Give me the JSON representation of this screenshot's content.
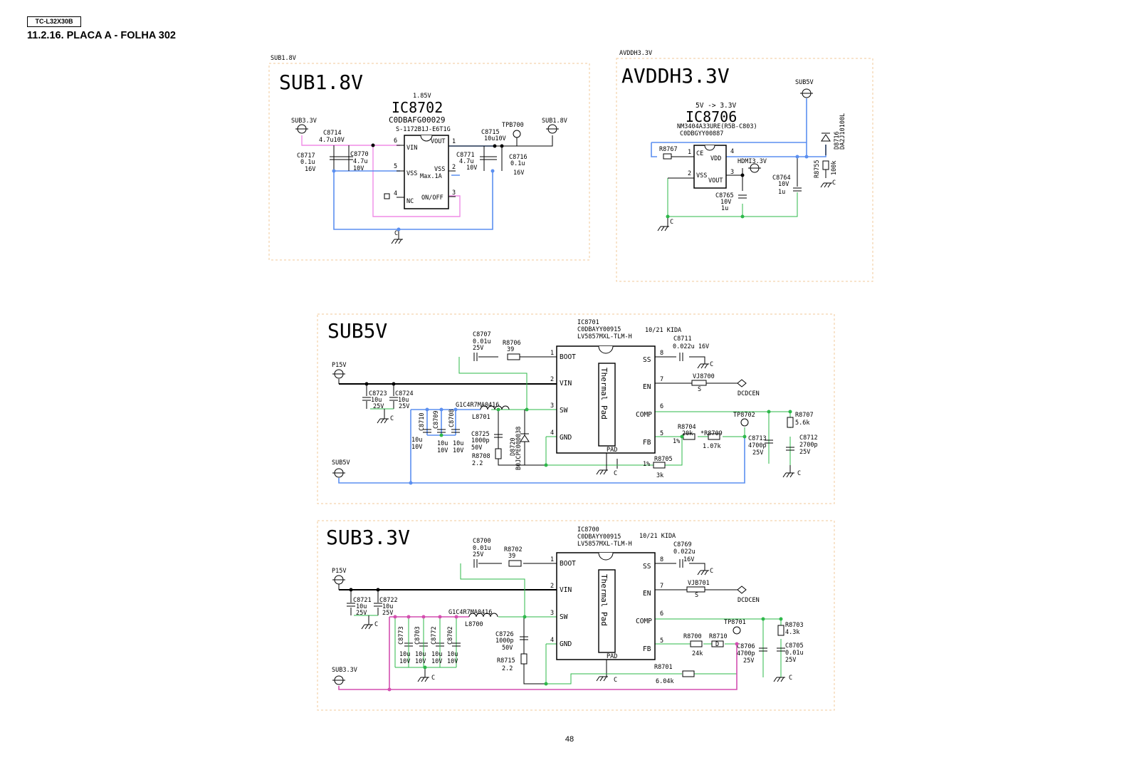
{
  "header": {
    "model": "TC-L32X30B",
    "title": "11.2.16. PLACA A - FOLHA 302"
  },
  "page_number": "48",
  "colors": {
    "ground_net": "#2eb84a",
    "sub5v_net": "#5b8ff0",
    "sub3v3_net": "#f08ce6",
    "sub3v3_out": "#d44fb0",
    "frame": "#f2c89a"
  },
  "sub18": {
    "tag": "SUB1.8V",
    "title": "SUB1.8V",
    "out_v": "1.85V",
    "ic": "IC8702",
    "part": "C0DBAFG00029",
    "sub": "S-1172B1J-E6T1G",
    "in_port": "SUB3.3V",
    "out_port": "SUB1.8V",
    "tp": "TPB700",
    "gnd": "C",
    "pins": {
      "vin": "VIN",
      "vss": "VSS",
      "nc": "NC",
      "vout": "VOUT",
      "vss2": "VSS",
      "onoff": "ON/OFF",
      "max": "Max.1A",
      "n6": "6",
      "n5": "5",
      "n4": "4",
      "n1": "1",
      "n2": "2",
      "n3": "3"
    },
    "c8714": [
      "C8714",
      "4.7u10V"
    ],
    "c8717": [
      "C8717",
      "0.1u",
      "16V"
    ],
    "c8770": [
      "C8770",
      "4.7u",
      "10V"
    ],
    "c8715": [
      "C8715",
      "10u10V"
    ],
    "c8771": [
      "C8771",
      "4.7u",
      "10V"
    ],
    "c8716": [
      "C8716",
      "0.1u",
      "16V"
    ]
  },
  "avdd": {
    "tag": "AVDDH3.3V",
    "title": "AVDDH3.3V",
    "note": "5V -> 3.3V",
    "ic": "IC8706",
    "part": "NM3404A33URE(R5B-C803)",
    "sub": "C0DBGYY00887",
    "in_port": "SUB5V",
    "out_port": "HDMI3.3V",
    "gnd": "C",
    "pins": {
      "ce": "CE",
      "vss": "VSS",
      "vdd": "VDD",
      "vout": "VOUT",
      "n1": "1",
      "n2": "2",
      "n3": "3",
      "n4": "4"
    },
    "r8767": "R8767",
    "c8765": [
      "C8765",
      "10V",
      "1u"
    ],
    "c8764": [
      "C8764",
      "10V",
      "1u"
    ],
    "d8716": [
      "D8716",
      "DA2J10100L"
    ],
    "r8755": [
      "R8755",
      "100k"
    ]
  },
  "sub5": {
    "title": "SUB5V",
    "ic": "IC8701",
    "part": "C0DBAYY00915",
    "sub": "LV5857MXL-TLM-H",
    "kida": "10/21 KIDA",
    "in_port": "P15V",
    "out_port": "SUB5V",
    "en_port": "DCDCEN",
    "gnd": "C",
    "pad_label": "Thermal Pad",
    "pad_pin": "PAD",
    "pins": {
      "boot": "BOOT",
      "vin": "VIN",
      "sw": "SW",
      "gnd": "GND",
      "ss": "SS",
      "en": "EN",
      "comp": "COMP",
      "fb": "FB",
      "n1": "1",
      "n2": "2",
      "n3": "3",
      "n4": "4",
      "n8": "8",
      "n7": "7",
      "n6": "6",
      "n5": "5"
    },
    "c_boot": [
      "C8707",
      "0.01u",
      "25V"
    ],
    "r_boot": [
      "R8706",
      "39"
    ],
    "c_ss": [
      "C8711",
      "0.022u 16V"
    ],
    "vj": [
      "VJ8700",
      "S"
    ],
    "c_in1": [
      "C8723",
      "10u",
      "25V"
    ],
    "c_in2": [
      "C8724",
      "10u",
      "25V"
    ],
    "l": [
      "G1C4R7MA0416",
      "L8701"
    ],
    "c_out": [
      "C8710",
      "C8709",
      "C8708",
      "10u",
      "10V",
      "10u",
      "10V",
      "10u",
      "10V"
    ],
    "c_snub": [
      "C8725",
      "1000p",
      "50V"
    ],
    "r_snub": [
      "R8708",
      "2.2"
    ],
    "d": [
      "D8720",
      "B0JCPE000038"
    ],
    "r_top": [
      "R8704",
      "20k",
      "1%"
    ],
    "r_top2": [
      "*R8709",
      "1.07k"
    ],
    "r_bot": [
      "R8705",
      "3k",
      "1%"
    ],
    "tp": "TP8702",
    "r_comp": [
      "R8707",
      "5.6k"
    ],
    "c_comp": [
      "C8713",
      "4700p",
      "25V"
    ],
    "c_comp2": [
      "C8712",
      "2700p",
      "25V"
    ]
  },
  "sub3": {
    "title": "SUB3.3V",
    "ic": "IC8700",
    "part": "C0DBAYY00915",
    "sub": "LV5857MXL-TLM-H",
    "kida": "10/21 KIDA",
    "in_port": "P15V",
    "out_port": "SUB3.3V",
    "en_port": "DCDCEN",
    "gnd": "C",
    "pad_label": "Thermal Pad",
    "pad_pin": "PAD",
    "pins": {
      "boot": "BOOT",
      "vin": "VIN",
      "sw": "SW",
      "gnd": "GND",
      "ss": "SS",
      "en": "EN",
      "comp": "COMP",
      "fb": "FB",
      "n1": "1",
      "n2": "2",
      "n3": "3",
      "n4": "4",
      "n8": "8",
      "n7": "7",
      "n6": "6",
      "n5": "5"
    },
    "c_boot": [
      "C8700",
      "0.01u",
      "25V"
    ],
    "r_boot": [
      "R8702",
      "39"
    ],
    "c_ss": [
      "C8769",
      "0.022u",
      "16V"
    ],
    "vj": [
      "VJB701",
      "S"
    ],
    "c_in1": [
      "C8721",
      "10u",
      "25V"
    ],
    "c_in2": [
      "C8722",
      "10u",
      "25V"
    ],
    "l": [
      "G1C4R7MA0416",
      "L8700"
    ],
    "c_out": [
      "C8773",
      "C8703",
      "C8772",
      "C8702",
      "10u",
      "10V",
      "10u",
      "10V",
      "10u",
      "10V",
      "10u",
      "10V"
    ],
    "c_snub": [
      "C8726",
      "1000p",
      "50V"
    ],
    "r_snub": [
      "R8715",
      "2.2"
    ],
    "r_top": [
      "R8700",
      "24k"
    ],
    "r_top2": [
      "R8710",
      "D"
    ],
    "r_bot": [
      "R8701",
      "6.04k"
    ],
    "tp": "TP8701",
    "r_comp": [
      "R8703",
      "4.3k"
    ],
    "c_comp": [
      "C8706",
      "4700p",
      "25V"
    ],
    "c_comp2": [
      "C8705",
      "0.01u",
      "25V"
    ]
  }
}
